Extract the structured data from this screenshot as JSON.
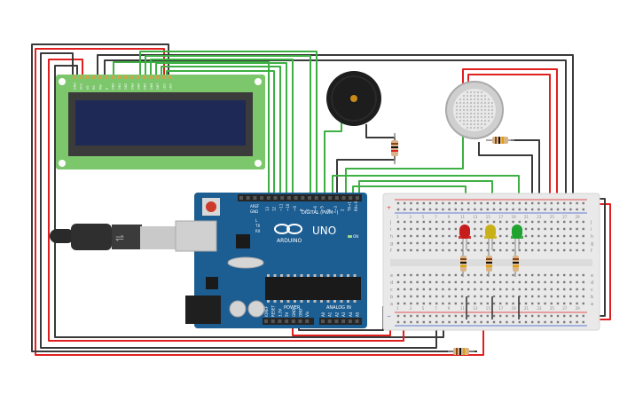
{
  "board": {
    "brand": "UNO",
    "logo_text": "ARDUINO",
    "digital_label": "DIGITAL (PWM~)",
    "power_label": "POWER",
    "analog_label": "ANALOG IN",
    "on_label": "ON",
    "tx_label": "TX",
    "rx_label": "RX",
    "l_label": "L",
    "aref_label": "AREF",
    "gnd_label": "GND",
    "digital_pins": [
      "13",
      "12",
      "~11",
      "~10",
      "~9",
      "8",
      "7",
      "~6",
      "~5",
      "4",
      "~3",
      "2",
      "TX→1",
      "RX←0"
    ],
    "power_pins": [
      "IOREF",
      "RESET",
      "3.3V",
      "5V",
      "GND",
      "GND",
      "Vin"
    ],
    "analog_pins": [
      "A0",
      "A1",
      "A2",
      "A3",
      "A4",
      "A5"
    ]
  },
  "lcd": {
    "pins": [
      "GND",
      "VCC",
      "V0",
      "RS",
      "RW",
      "E",
      "DB0",
      "DB1",
      "DB2",
      "DB3",
      "DB4",
      "DB5",
      "DB6",
      "DB7",
      "LED",
      "LED"
    ]
  },
  "breadboard": {
    "rows_top": [
      "j",
      "i",
      "h",
      "g",
      "f"
    ],
    "rows_bottom": [
      "e",
      "d",
      "c",
      "b",
      "a"
    ],
    "col_labels": [
      "1",
      "3",
      "5",
      "7",
      "9",
      "11",
      "13",
      "15",
      "17",
      "19",
      "21",
      "23",
      "25",
      "27",
      "29"
    ],
    "plus": "+",
    "minus": "−"
  },
  "leds": [
    {
      "color": "#c71c1c"
    },
    {
      "color": "#c8b017"
    },
    {
      "color": "#1fa22e"
    }
  ],
  "colors": {
    "wire_red": "#e0201f",
    "wire_black": "#3a3a3a",
    "wire_green": "#3db043",
    "board_blue": "#1c5d92",
    "lcd_green": "#7cc66c",
    "lcd_screen": "#1e2a55"
  }
}
